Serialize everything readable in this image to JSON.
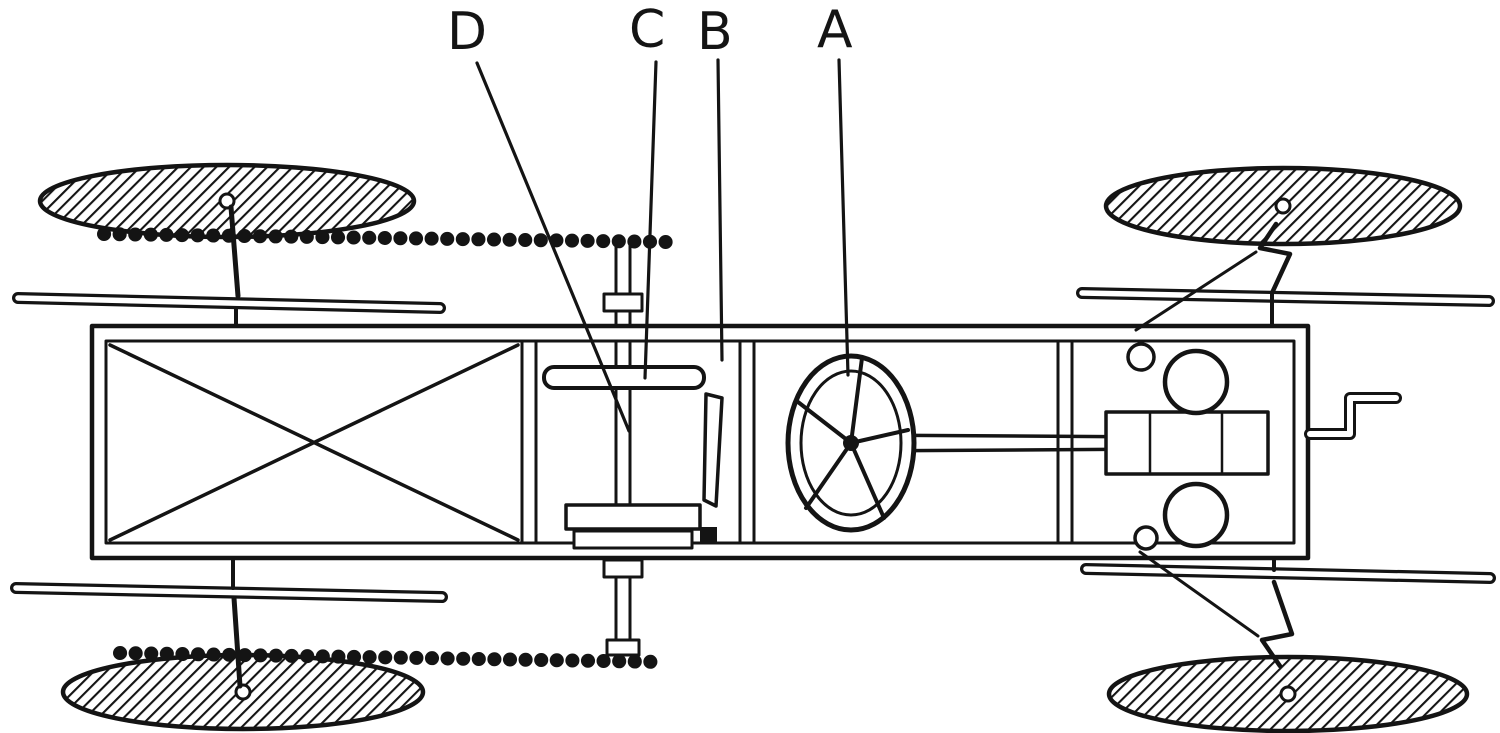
{
  "figure": {
    "name": "chassis-plan-view-line-drawing",
    "style": "pen-and-ink technical illustration"
  },
  "labels": {
    "a": "A",
    "b": "B",
    "c": "C",
    "d": "D"
  },
  "colors": {
    "ink": "#141414",
    "paper": "#ffffff"
  }
}
